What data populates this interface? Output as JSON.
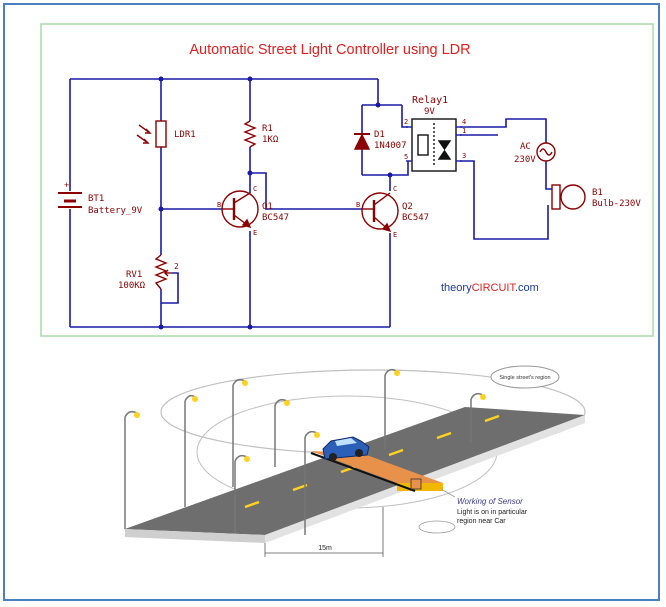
{
  "schematic": {
    "title": "Automatic Street Light Controller using LDR",
    "credit_prefix": "theory",
    "credit_brand": "CIRCUIT",
    "credit_suffix": ".com",
    "components": {
      "bt1_ref": "BT1",
      "bt1_value": "Battery_9V",
      "ldr_ref": "LDR1",
      "r1_ref": "R1",
      "r1_value": "1KΩ",
      "rv1_ref": "RV1",
      "rv1_value": "100KΩ",
      "rv1_pin": "2",
      "q1_ref": "Q1",
      "q1_value": "BC547",
      "q2_ref": "Q2",
      "q2_value": "BC547",
      "d1_ref": "D1",
      "d1_value": "1N4007",
      "relay_ref": "Relay1",
      "relay_value": "9V",
      "ac_ref": "AC",
      "ac_value": "230V",
      "b1_ref": "B1",
      "b1_value": "Bulb-230V",
      "relay_pins": [
        "2",
        "4",
        "1",
        "5",
        "3"
      ],
      "transistor_pins": {
        "base": "B",
        "collector": "C",
        "emitter": "E"
      }
    },
    "colors": {
      "title": "#e02020",
      "wire": "#1a1aa8",
      "component": "#8b0000",
      "brand": "#e02020",
      "credit": "#1a3aa0",
      "grid_border": "#9fd59f"
    }
  },
  "illustration": {
    "callout": "Single street's region",
    "sensor_title": "Working of Sensor",
    "sensor_line1": "Light is on in particular",
    "sensor_line2": "region near Car",
    "distance": "15m"
  }
}
